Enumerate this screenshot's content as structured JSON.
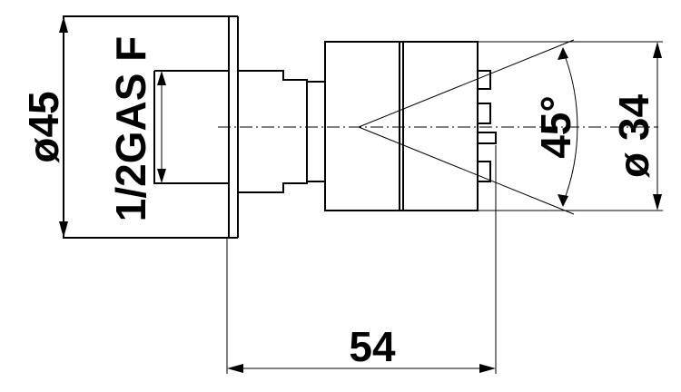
{
  "drawing": {
    "labels": {
      "body_diameter": "ø45",
      "thread": "1/2GAS F",
      "spray_angle": "45°",
      "head_diameter": "ø 34",
      "length": "54"
    },
    "colors": {
      "line": "#000000",
      "background": "#ffffff"
    }
  }
}
